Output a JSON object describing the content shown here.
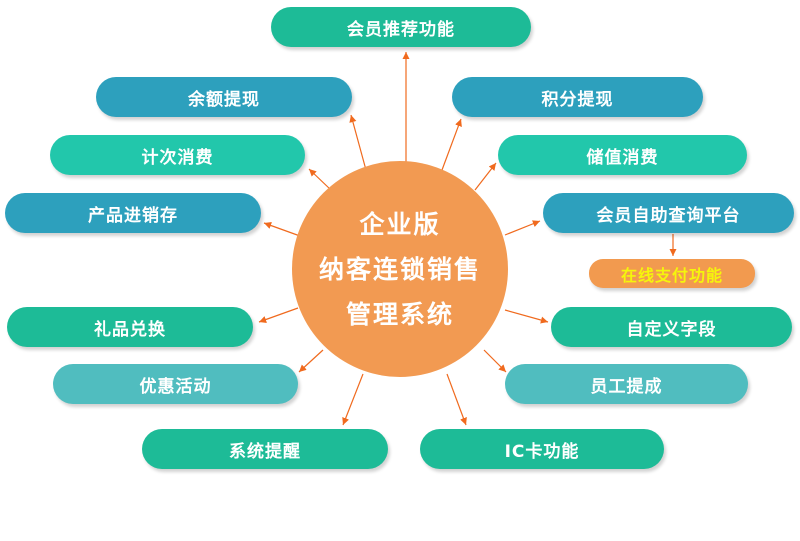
{
  "hub": {
    "line1": "企业版",
    "line2": "纳客连锁销售",
    "line3": "管理系统"
  },
  "features": {
    "member_referral": "会员推荐功能",
    "balance_withdraw": "余额提现",
    "points_withdraw": "积分提现",
    "count_consume": "计次消费",
    "stored_value_consume": "储值消费",
    "product_inventory": "产品进销存",
    "member_self_query": "会员自助查询平台",
    "online_payment": "在线支付功能",
    "gift_exchange": "礼品兑换",
    "custom_fields": "自定义字段",
    "promotions": "优惠活动",
    "staff_commission": "员工提成",
    "system_reminder": "系统提醒",
    "ic_card": "IC卡功能"
  },
  "colors": {
    "hub": "#f29a52",
    "arrow": "#f06a1e",
    "green": "#1dbb97",
    "blue": "#2da0bd",
    "teal": "#22c7ab",
    "light_teal": "#50bdbf",
    "highlight_text": "#f5f50c"
  }
}
